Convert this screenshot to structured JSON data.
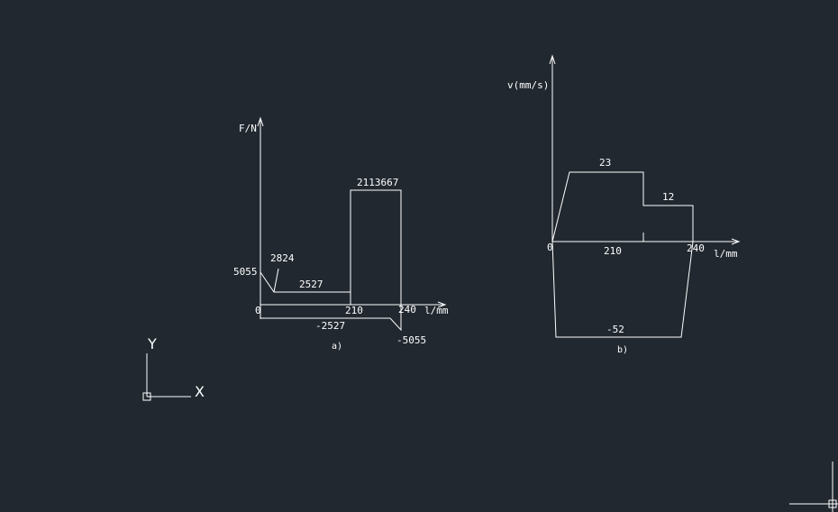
{
  "colors": {
    "background": "#212830",
    "stroke": "#ffffff"
  },
  "chart_data": [
    {
      "type": "line",
      "ylabel": "F/N",
      "xlabel": "l/mm",
      "caption": "a)",
      "origin_label": "0",
      "x_ticks": [
        "210",
        "240"
      ],
      "values": {
        "start": "5055",
        "peak": "2824",
        "forward": "2527",
        "press": "2113667",
        "return": "-2527",
        "end": "-5055"
      }
    },
    {
      "type": "line",
      "ylabel": "v(mm/s)",
      "xlabel": "l/mm",
      "caption": "b)",
      "origin_label": "0",
      "x_ticks": [
        "210",
        "240"
      ],
      "values": {
        "fast": "23",
        "work": "12",
        "return": "-52"
      }
    }
  ],
  "ucs": {
    "x_label": "X",
    "y_label": "Y"
  }
}
